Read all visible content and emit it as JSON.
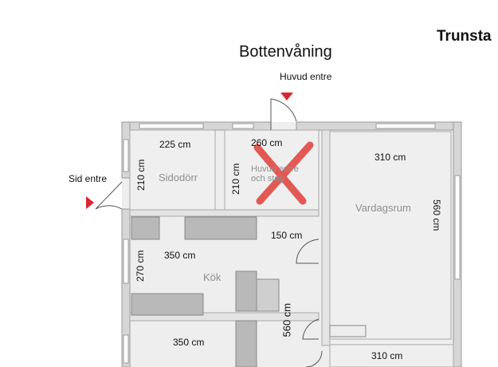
{
  "header": {
    "title": "Bottenvåning",
    "brand": "Trunsta"
  },
  "entrances": {
    "main": "Huvud entre",
    "side": "Sid entre"
  },
  "rooms": {
    "sidodorr": {
      "name": "Sidodörr",
      "width": "225 cm",
      "height": "210 cm"
    },
    "huvud_entre": {
      "name_line1": "Huvud entre",
      "name_line2": "och steg",
      "width": "260 cm",
      "height": "210 cm",
      "crossed_out": true
    },
    "vardagsrum": {
      "name": "Vardagsrum",
      "width": "310 cm",
      "height": "560 cm"
    },
    "kok": {
      "name": "Kök",
      "width": "350 cm",
      "height": "270 cm"
    },
    "hall": {
      "width": "150 cm"
    },
    "lower_left": {
      "width": "350 cm"
    },
    "corridor": {
      "height": "560 cm"
    },
    "lower_right": {
      "width": "310 cm"
    }
  },
  "colors": {
    "wall": "#d6d6d6",
    "wall_stroke": "#9a9a9a",
    "floor": "#eeeeee",
    "furniture": "#b9b9b9",
    "marker": "#d9262f",
    "cross": "#e0403a"
  }
}
